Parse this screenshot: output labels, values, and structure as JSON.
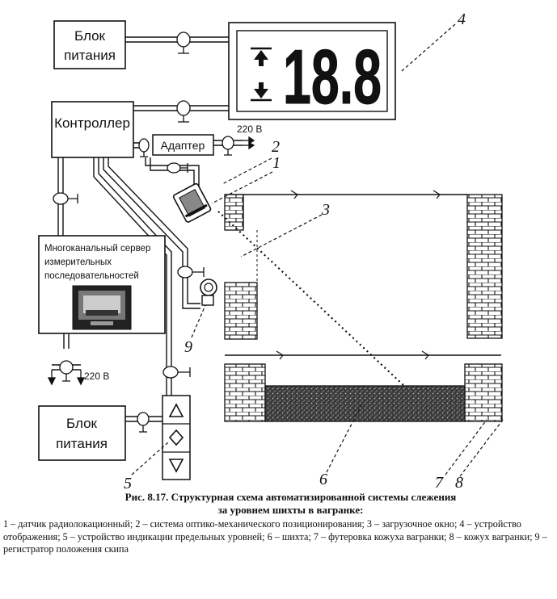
{
  "labels": {
    "power_block_top": [
      "Блок",
      "питания"
    ],
    "controller": "Контроллер",
    "adapter": "Адаптер",
    "voltage_top": "220 В",
    "server": [
      "Многоканальный сервер",
      "измерительных",
      "последовательностей"
    ],
    "voltage_server": "220 В",
    "power_block_bottom": [
      "Блок",
      "питания"
    ],
    "display_digits": "18.8"
  },
  "numbers": [
    "1",
    "2",
    "3",
    "4",
    "5",
    "6",
    "7",
    "8",
    "9"
  ],
  "caption": {
    "title_line1": "Рис. 8.17. Структурная схема автоматизированной системы слежения",
    "title_line2": "за уровнем шихты в вагранке:",
    "legend": "1 – датчик радиолокационный; 2 – система оптико-механического позиционирования; 3 – загрузочное окно; 4 – устройство отображения; 5 – устройство индикации предельных уровней; 6 – шихта; 7 – футеровка кожуха вагранки; 8 – кожух вагранки; 9 – регистратор положения скипа"
  },
  "colors": {
    "ink": "#111111",
    "paper": "#ffffff",
    "charge": "#3a3a3a"
  }
}
